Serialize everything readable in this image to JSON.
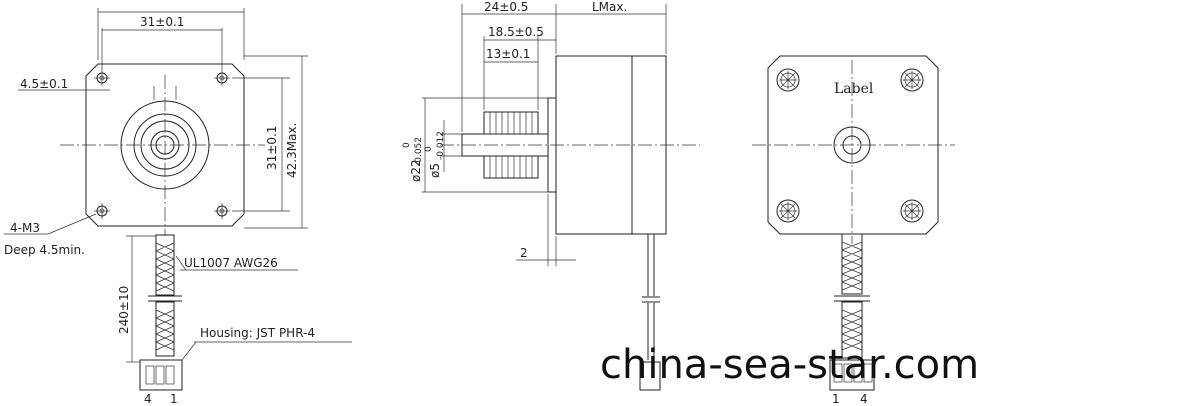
{
  "front_view": {
    "dim_hole_spacing_top": "31±0.1",
    "dim_hole_offset": "4.5±0.1",
    "dim_hole_spacing_side": "31±0.1",
    "dim_body_max": "42.3Max.",
    "screw_spec": "4-M3",
    "screw_depth": "Deep 4.5min.",
    "wire_spec": "UL1007  AWG26",
    "lead_length": "240±10",
    "housing_spec": "Housing: JST PHR-4",
    "pin_left": "4",
    "pin_right": "1"
  },
  "side_view": {
    "dim_shaft_total": "24±0.5",
    "dim_body_length": "LMax.",
    "dim_shaft_mid": "18.5±0.5",
    "dim_gear_length": "13±0.1",
    "dia_boss": "ø22",
    "dia_boss_tol_upper": "0",
    "dia_boss_tol_lower": "-0.052",
    "dia_shaft": "ø5",
    "dia_shaft_tol_upper": "0",
    "dia_shaft_tol_lower": "-0.012",
    "dim_flange": "2"
  },
  "back_view": {
    "label_text": "Label",
    "pin_left": "1",
    "pin_right": "4"
  },
  "watermark": "china-sea-star.com"
}
